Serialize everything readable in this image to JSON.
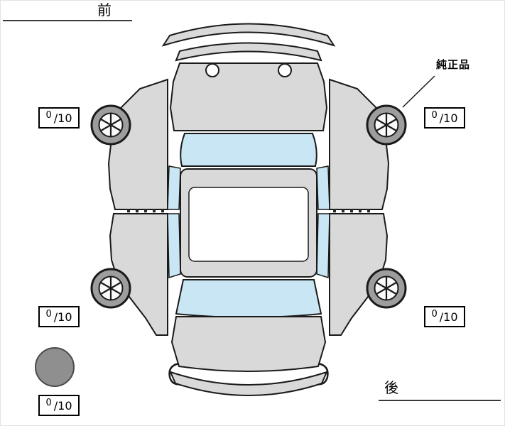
{
  "labels": {
    "front": "前",
    "rear": "後",
    "genuine_part": "純正品"
  },
  "tread_depth": {
    "front_left": {
      "value": "0",
      "max": "/10"
    },
    "front_right": {
      "value": "0",
      "max": "/10"
    },
    "rear_left": {
      "value": "0",
      "max": "/10"
    },
    "rear_right": {
      "value": "0",
      "max": "/10"
    },
    "spare": {
      "value": "0",
      "max": "/10"
    }
  },
  "colors": {
    "body_fill": "#d9d9d9",
    "glass_fill": "#c9e6f4",
    "outline": "#1a1a1a",
    "wheel_fill": "#9d9d9d",
    "spare_tire_fill": "#8f8f8f"
  }
}
